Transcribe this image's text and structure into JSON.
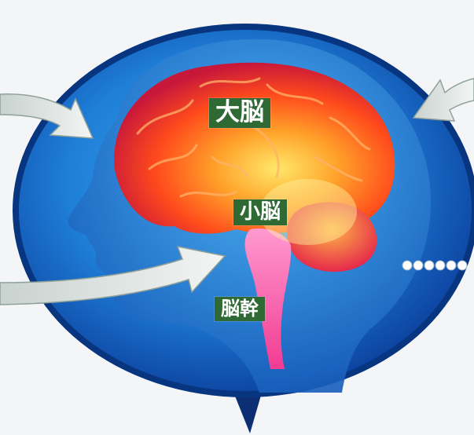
{
  "labels": {
    "cerebrum": "大脳",
    "cerebellum": "小脳",
    "brainstem": "脳幹"
  },
  "colors": {
    "background": "#f4f5f6",
    "bubble_outer": "#0b3f9c",
    "bubble_inner": "#1f7fd8",
    "label_bg": "#2f6a35",
    "label_text": "#ffffff",
    "brain_core": "#ffd84a",
    "brain_mid": "#ff5a1e",
    "brain_edge": "#d01f3c",
    "brainstem": "#ff5fae",
    "arrow": "#e6ece8"
  },
  "icons": [
    "speech-bubble",
    "head-silhouette",
    "brain",
    "arrow",
    "dotted-line"
  ]
}
